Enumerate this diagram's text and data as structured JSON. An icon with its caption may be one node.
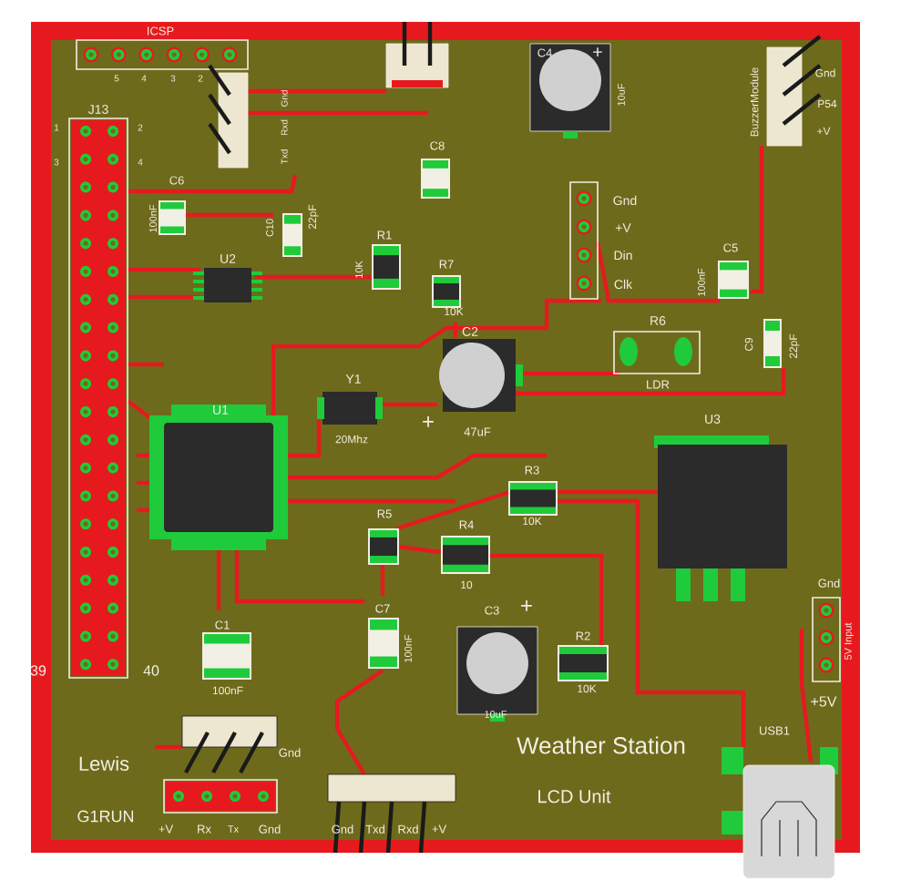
{
  "diagram": {
    "labels": [
      "ICSP",
      "5",
      "4",
      "3",
      "2",
      "Txd",
      "Rxd",
      "Gnd",
      "J13",
      "1",
      "2",
      "3",
      "4",
      "C4",
      "+",
      "10uF",
      "BuzzerModule",
      "Gnd",
      "P54",
      "+V",
      "C8",
      "C6",
      "100nF",
      "C10",
      "22pF",
      "R1",
      "10K",
      "R7",
      "10K",
      "Gnd",
      "+V",
      "Din",
      "Clk",
      "C5",
      "100nF",
      "U2",
      "U1",
      "Y1",
      "20Mhz",
      "C2",
      "+",
      "47uF",
      "R6",
      "LDR",
      "C9",
      "22pF",
      "U3",
      "R5",
      "R3",
      "10K",
      "R4",
      "10",
      "C7",
      "100nF",
      "C3",
      "+",
      "10uF",
      "R2",
      "10K",
      "Gnd",
      "5V Input",
      "+5V",
      "C1",
      "100nF",
      "39",
      "40",
      "Gnd",
      "Lewis",
      "G1RUN",
      "+V",
      "Rx",
      "Tx",
      "Gnd",
      "Gnd",
      "Txd",
      "Rxd",
      "+V",
      "Weather Station",
      "LCD Unit",
      "USB1"
    ]
  }
}
